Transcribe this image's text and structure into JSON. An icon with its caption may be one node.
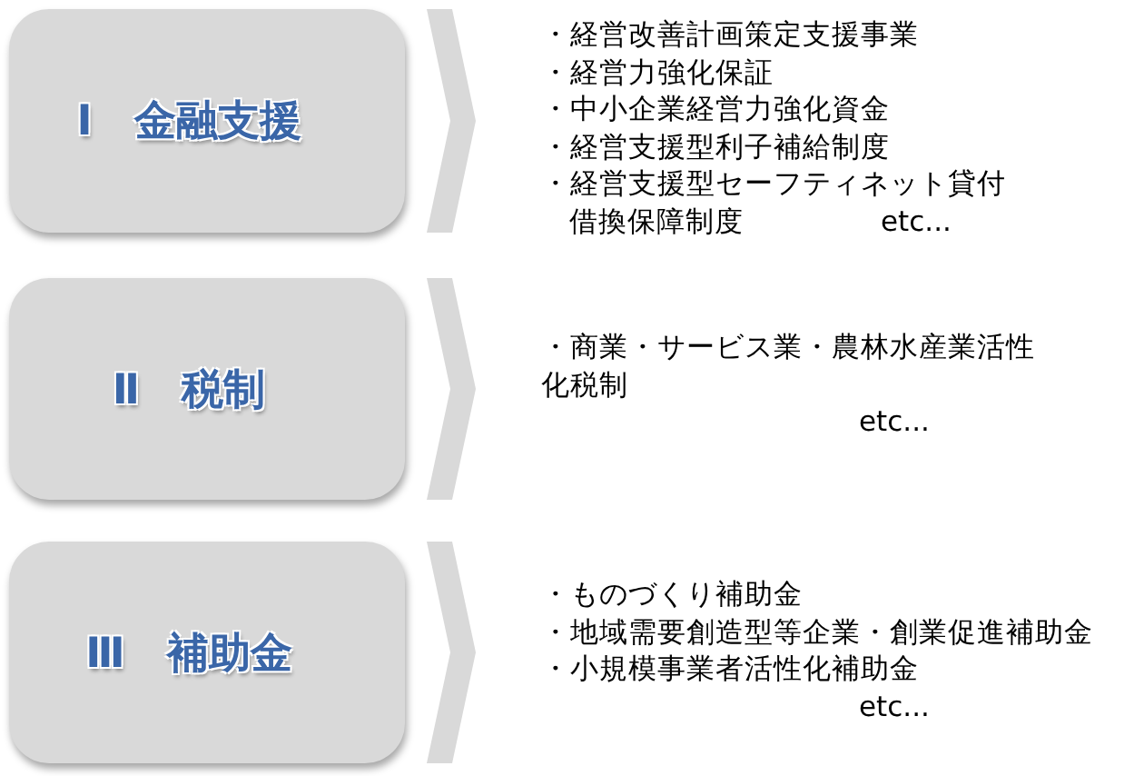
{
  "diagram": {
    "nodes": [
      {
        "text": [
          "Ⅰ　金融支援"
        ]
      },
      {
        "text": [
          "・経営改善計画策定支援事業",
          "・経営力強化保証",
          "・中小企業経営力強化資金",
          "・経営支援型利子補給制度",
          "・経営支援型セーフティネット貸付借換保障制度",
          "etc..."
        ]
      },
      {
        "text": [
          "Ⅱ　税制"
        ]
      },
      {
        "text": [
          "・商業・サービス業・農林水産業活性化税制",
          "etc..."
        ]
      },
      {
        "text": [
          "Ⅲ　補助金"
        ]
      },
      {
        "text": [
          "・ものづくり補助金",
          "・地域需要創造型等企業・創業促進補助金",
          "・小規模事業者活性化補助金",
          "etc..."
        ]
      }
    ],
    "edges": [
      {
        "from": 0,
        "to": 1,
        "arrow": "to"
      },
      {
        "from": 2,
        "to": 3,
        "arrow": "to"
      },
      {
        "from": 4,
        "to": 5,
        "arrow": "to"
      }
    ]
  }
}
